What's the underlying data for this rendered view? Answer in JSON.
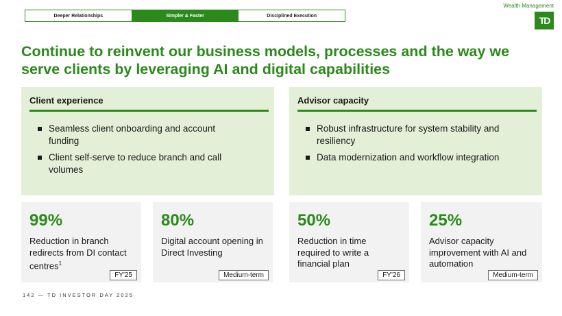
{
  "tabs": [
    {
      "label": "Deeper Relationships",
      "active": false
    },
    {
      "label": "Simpler & Faster",
      "active": true
    },
    {
      "label": "Disciplined Execution",
      "active": false
    }
  ],
  "brand": {
    "division": "Wealth Management",
    "logo_text": "TD",
    "color": "#2b8a1b"
  },
  "headline": "Continue to reinvent our business models, processes and the way we serve clients by leveraging AI and digital capabilities",
  "panels": [
    {
      "title": "Client experience",
      "bullets": [
        "Seamless client onboarding and account funding",
        "Client self-serve to reduce branch and call volumes"
      ]
    },
    {
      "title": "Advisor capacity",
      "bullets": [
        "Robust infrastructure for system stability and resiliency",
        "Data modernization and workflow integration"
      ]
    }
  ],
  "cards": [
    {
      "pct": "99%",
      "desc": "Reduction in branch redirects from DI contact centres",
      "footnote": "1",
      "badge": "FY'25"
    },
    {
      "pct": "80%",
      "desc": "Digital account opening in Direct Investing",
      "badge": "Medium-term"
    },
    {
      "pct": "50%",
      "desc": "Reduction in time required to write a financial plan",
      "badge": "FY'26"
    },
    {
      "pct": "25%",
      "desc": "Advisor capacity improvement with AI and automation",
      "badge": "Medium-term"
    }
  ],
  "footer": "142 — TD INVESTOR DAY 2025"
}
